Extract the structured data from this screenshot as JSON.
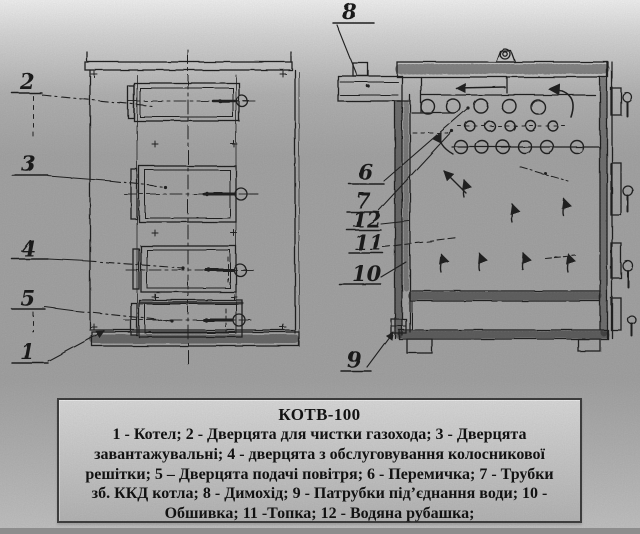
{
  "figure": {
    "left_view": {
      "callouts": [
        {
          "n": "2"
        },
        {
          "n": "3"
        },
        {
          "n": "4"
        },
        {
          "n": "5"
        },
        {
          "n": "1"
        }
      ]
    },
    "right_view": {
      "callouts": [
        {
          "n": "8"
        },
        {
          "n": "6"
        },
        {
          "n": "7"
        },
        {
          "n": "12"
        },
        {
          "n": "11"
        },
        {
          "n": "10"
        },
        {
          "n": "9"
        }
      ]
    }
  },
  "caption": {
    "title": "КОТВ-100",
    "lines": [
      "1 - Котел; 2 - Дверцята для чистки газохода; 3 - Дверцята",
      "завантажувальні; 4 - дверцята з обслуговування колосникової",
      "решітки; 5 – Дверцята подачі повітря; 6 - Перемичка; 7 - Трубки",
      "зб. ККД котла; 8 - Димохід; 9 - Патрубки під’єднання води; 10 -",
      "Обшивка; 11 -Топка; 12 -  Водяна рубашка;"
    ]
  },
  "colors": {
    "page_top": "#f6f6f6",
    "page_main": "#a8a8a8",
    "ink": "#222222",
    "caption_border": "#414141",
    "bottom_strip": "#8d8d8d"
  }
}
